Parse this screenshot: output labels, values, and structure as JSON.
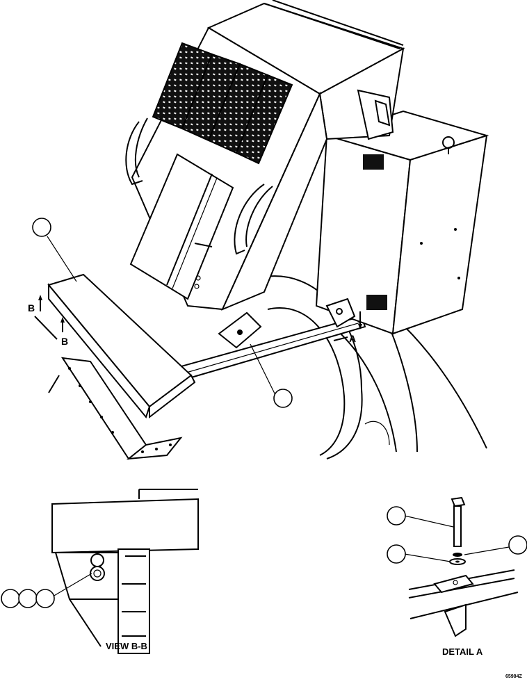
{
  "labels": {
    "section_b_top": "B",
    "section_b_bottom": "B",
    "detail_a_arrow": "A",
    "view_bb_caption": "VIEW B-B",
    "detail_a_caption": "DETAIL A",
    "figure_number": "65984Z"
  }
}
